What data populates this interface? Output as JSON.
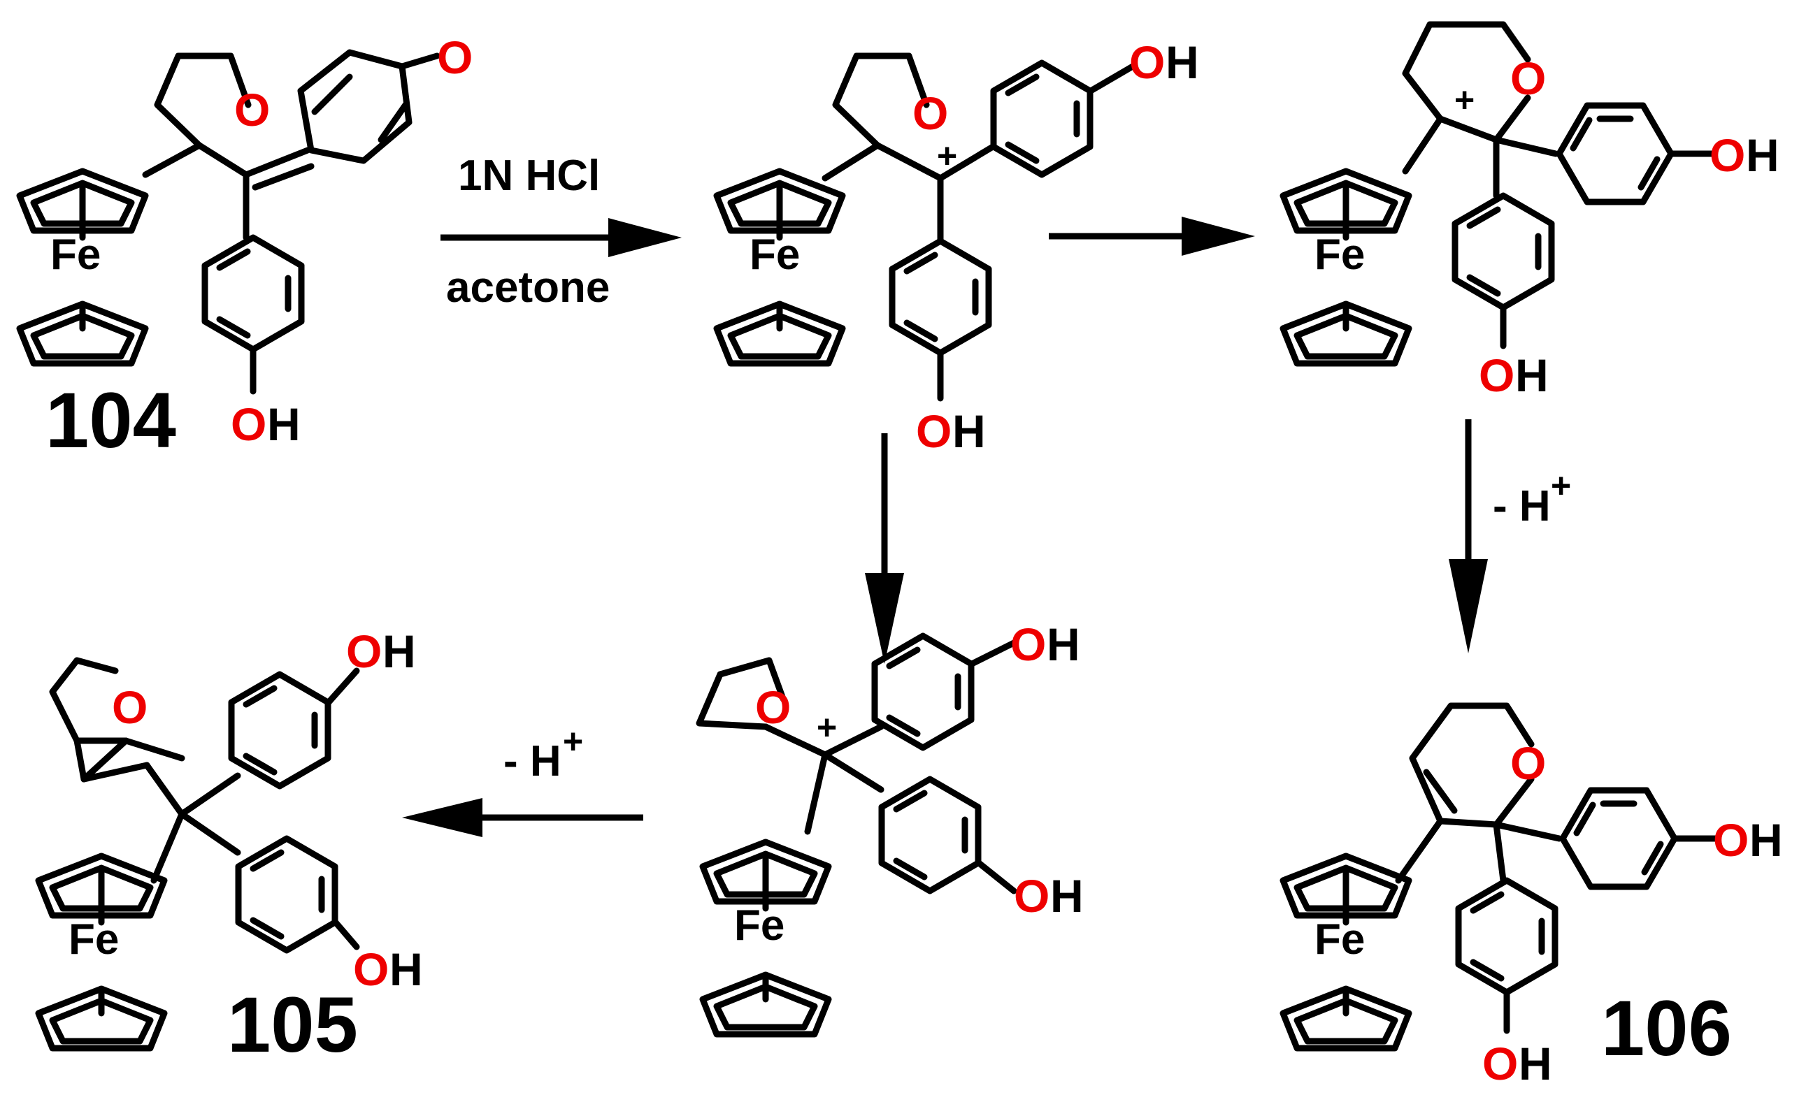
{
  "atoms": {
    "iron": "Fe",
    "oxygen": "O",
    "hydrogen": "H",
    "cation_charge": "+"
  },
  "compounds": {
    "start": "104",
    "product_left": "105",
    "product_right": "106"
  },
  "conditions": {
    "reagent": "1N HCl",
    "solvent": "acetone",
    "deprotonation_left": "- H",
    "deprotonation_right": "- H",
    "deprotonation_charge": "+"
  },
  "colors": {
    "bond": "#000000",
    "heteroatom": "#ee0000"
  }
}
